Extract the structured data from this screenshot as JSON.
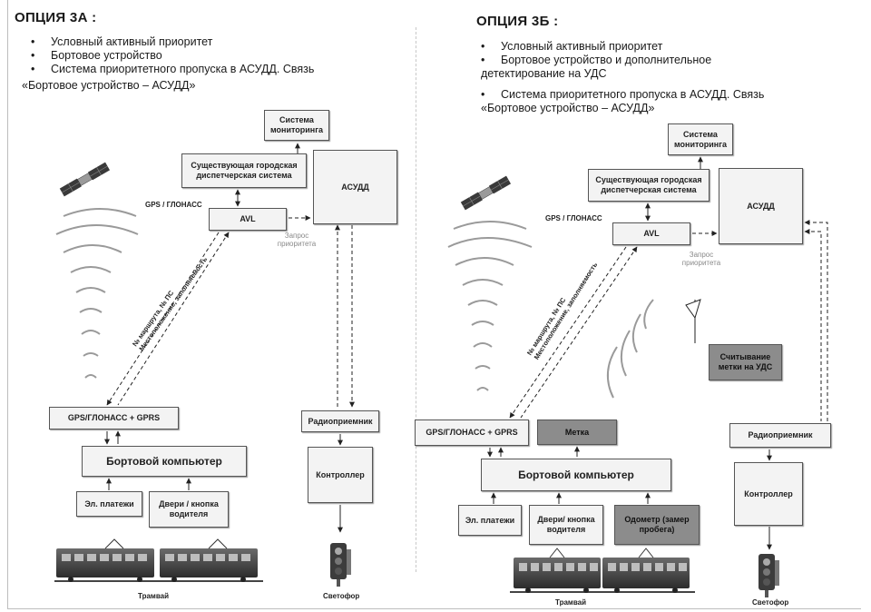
{
  "left": {
    "title": "ОПЦИЯ 3А :",
    "bullets": [
      "Условный активный приоритет",
      "Бортовое устройство",
      "Система приоритетного пропуска в АСУДД. Связь"
    ],
    "bullet_cont": "«Бортовое устройство – АСУДД»",
    "boxes": {
      "monitoring": "Система мониторинга",
      "dispatch": "Существующая городская диспетчерская система",
      "asudd": "АСУДД",
      "avl": "AVL",
      "gps_gprs": "GPS/ГЛОНАСС + GPRS",
      "computer": "Бортовой компьютер",
      "payments": "Эл. платежи",
      "doors": "Двери / кнопка водителя",
      "receiver": "Радиоприемник",
      "controller": "Контроллер"
    },
    "labels": {
      "gps": "GPS / ГЛОНАСС",
      "request": "Запрос приоритета",
      "link": "№ маршрута, № ПС Местоположение, заполняемость",
      "tram": "Трамвай",
      "traffic_light": "Светофор"
    }
  },
  "right": {
    "title": "ОПЦИЯ 3Б :",
    "bullets": [
      "Условный активный приоритет",
      "Бортовое устройство и дополнительное"
    ],
    "bullet_cont1": "детектирование на УДС",
    "bullets2": [
      "Система приоритетного пропуска в АСУДД. Связь"
    ],
    "bullet_cont2": "«Бортовое устройство – АСУДД»",
    "boxes": {
      "monitoring": "Система мониторинга",
      "dispatch": "Существующая городская диспетчерская система",
      "asudd": "АСУДД",
      "avl": "AVL",
      "tag_read": "Считывание метки на УДС",
      "gps_gprs": "GPS/ГЛОНАСС + GPRS",
      "tag": "Метка",
      "receiver": "Радиоприемник",
      "computer": "Бортовой компьютер",
      "payments": "Эл. платежи",
      "doors": "Двери/ кнопка водителя",
      "odometer": "Одометр (замер пробега)",
      "controller": "Контроллер"
    },
    "labels": {
      "gps": "GPS / ГЛОНАСС",
      "request": "Запрос приоритета",
      "link": "№ маршрута, № ПС Местоположение, заполняемость",
      "tram": "Трамвай",
      "traffic_light": "Светофор"
    }
  },
  "bullet_glyph": "•"
}
